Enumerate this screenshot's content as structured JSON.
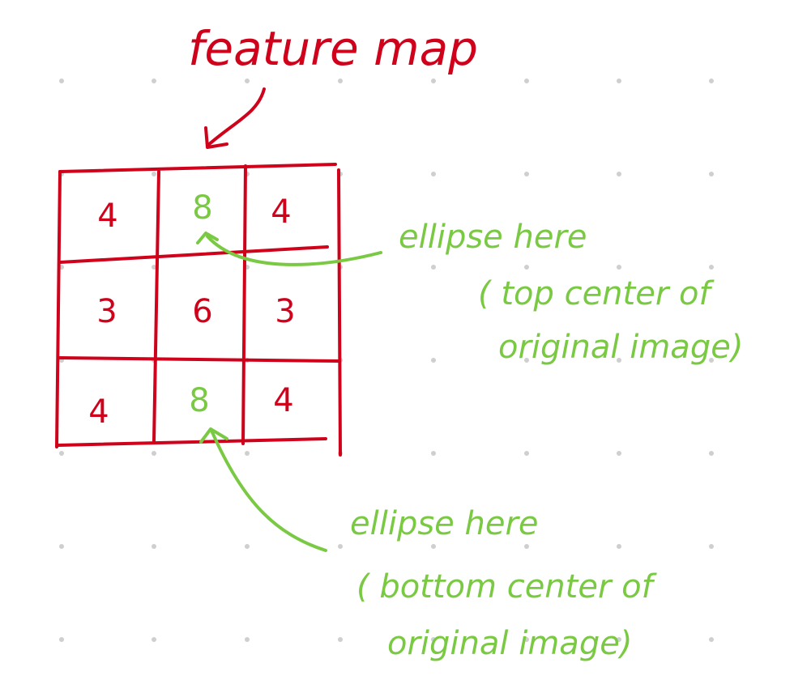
{
  "title": "feature map",
  "grid": {
    "rows": [
      [
        "4",
        "8",
        "4"
      ],
      [
        "3",
        "6",
        "3"
      ],
      [
        "4",
        "8",
        "4"
      ]
    ]
  },
  "annotation_top": {
    "line1": "ellipse here",
    "line2": "( top center of",
    "line3": "original image)"
  },
  "annotation_bottom": {
    "line1": "ellipse here",
    "line2": "( bottom center of",
    "line3": "original image)"
  },
  "colors": {
    "red": "#d0021b",
    "green": "#7ac943",
    "dot": "#cfcfcf",
    "background": "#ffffff"
  }
}
